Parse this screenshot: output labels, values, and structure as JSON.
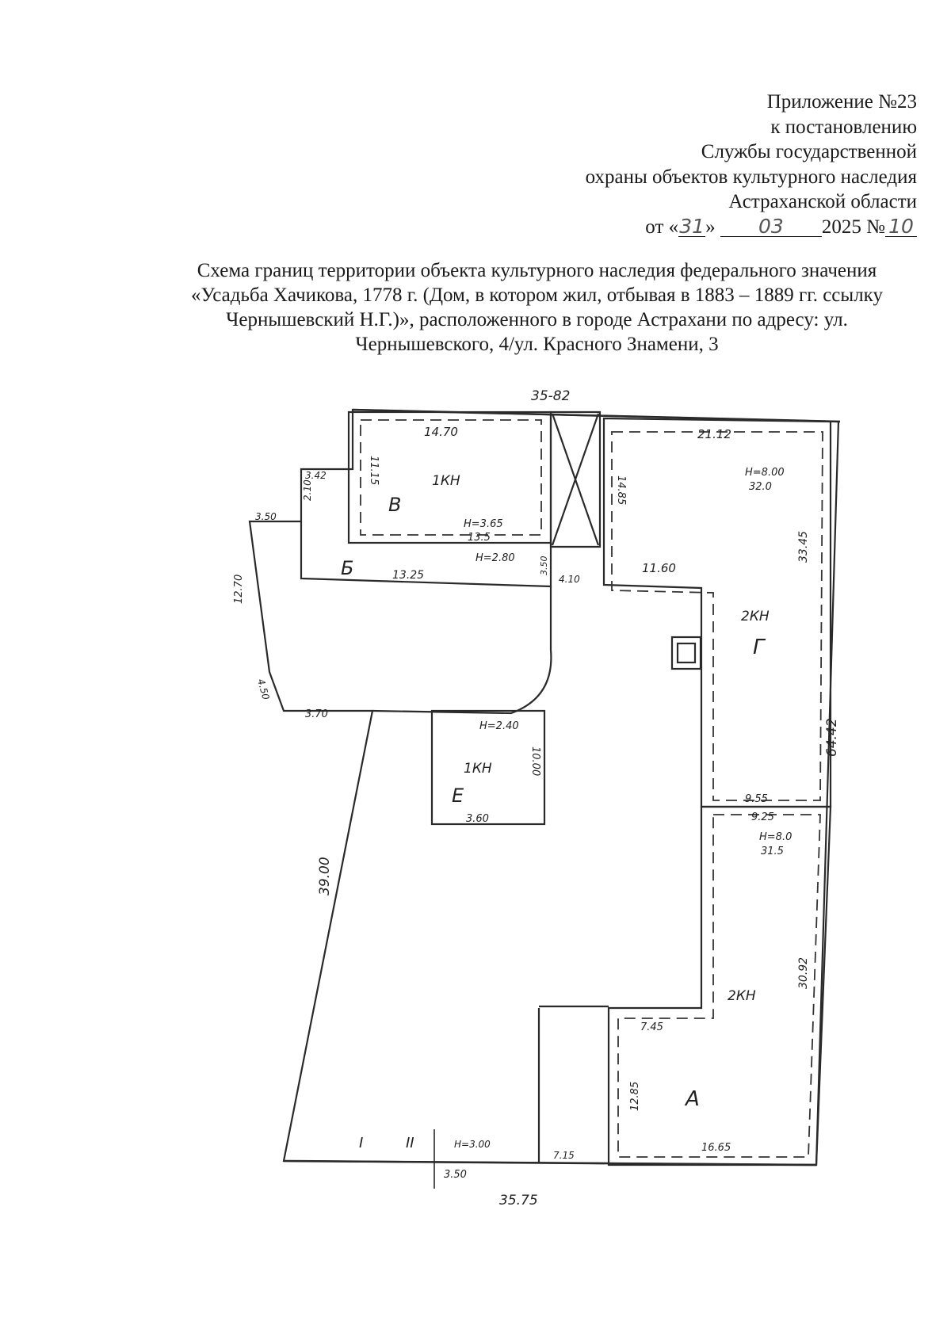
{
  "header": {
    "line1": "Приложение №23",
    "line2": "к постановлению",
    "line3": "Службы государственной",
    "line4": "охраны объектов культурного наследия",
    "line5": "Астраханской области",
    "date_prefix": "от «",
    "date_day": "31",
    "date_sep": "»",
    "date_month": "03",
    "date_year": "2025 №",
    "date_number": "10"
  },
  "title": "Схема границ территории объекта культурного наследия федерального значения «Усадьба Хачикова, 1778 г. (Дом, в котором жил, отбывая в 1883 – 1889 гг. ссылку Чернышевский Н.Г.)», расположенного в городе Астрахани по адресу: ул. Чернышевского, 4/ул. Красного Знамени, 3",
  "plan": {
    "top_boundary": "35-82",
    "bottom_boundary": "35.75",
    "right_boundary": "64.42",
    "left_boundary": "39.00",
    "building_v": {
      "letter": "В",
      "floors": "1КН",
      "width": "14.70",
      "depth": "11.15",
      "height": "Н=3.65",
      "height_sub": "13.5"
    },
    "building_b": {
      "letter": "Б",
      "length": "13.25",
      "height": "Н=2.80"
    },
    "building_g": {
      "letter": "Г",
      "floors": "2КН",
      "width": "21.12",
      "depth": "14.85",
      "length": "33.45",
      "height": "Н=8.00",
      "height_sub": "32.0",
      "inner": "11.60",
      "end": "9.55"
    },
    "building_e": {
      "letter": "Е",
      "floors": "1КН",
      "depth": "10.00",
      "width": "3.60",
      "height": "Н=2.40"
    },
    "building_a": {
      "letter": "А",
      "floors": "2КН",
      "length": "30.92",
      "top": "9.25",
      "height": "Н=8.0",
      "height_sub": "31.5",
      "inner": "7.45",
      "side": "12.85",
      "bottom": "16.65"
    },
    "misc": {
      "d1": "3.42",
      "d2": "2.10",
      "d3": "3.50",
      "d4": "12.70",
      "d5": "4.50",
      "d6": "3.70",
      "d7": "4.10",
      "d8": "3.50",
      "d9": "7.15",
      "d10": "Н=3.00",
      "d11": "3.50"
    },
    "roman_1": "I",
    "roman_2": "II"
  }
}
